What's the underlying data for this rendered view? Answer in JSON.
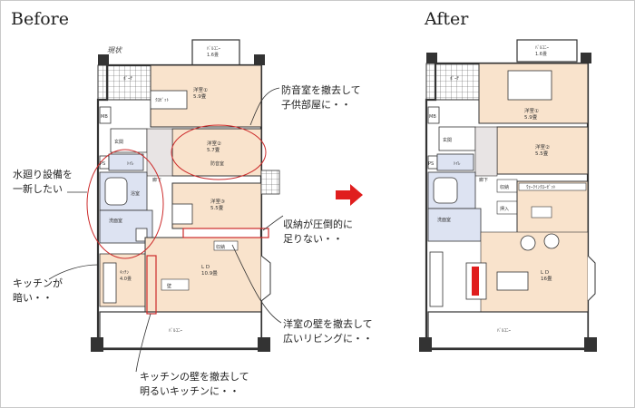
{
  "headings": {
    "before": "Before",
    "after": "After"
  },
  "before_plan": {
    "caption": "現状",
    "balcony_top": "ﾊﾞﾙｺﾆｰ\n1.6畳",
    "porch": "ﾎﾟｰﾁ",
    "closet": "ｸﾛｾﾞｯﾄ",
    "room1": "洋室①\n5.9畳",
    "room2": "洋室②\n5.7畳",
    "soundproof": "防音室",
    "room3": "洋室③\n5.5畳",
    "mb": "MB",
    "entrance": "玄関",
    "ps": "PS",
    "toilet": "ﾄｲﾚ",
    "bath": "浴室",
    "wash": "洗面室",
    "hall": "廊下",
    "kitchen": "ｷｯﾁﾝ\n4.0畳",
    "ld": "L D\n10.9畳",
    "balcony_bottom": "ﾊﾞﾙｺﾆｰ",
    "storage_label": "収納",
    "wall_label": "壁",
    "small_balcony": "ﾊﾞﾙｺﾆｰ"
  },
  "after_plan": {
    "balcony_top": "ﾊﾞﾙｺﾆｰ\n1.6畳",
    "porch": "ﾎﾟｰﾁ",
    "room1": "洋室①\n5.9畳",
    "room2": "洋室②\n5.5畳",
    "mb": "MB",
    "entrance": "玄関",
    "ps": "PS",
    "toilet": "ﾄｲﾚ",
    "hall": "廊下",
    "storage1": "収納",
    "storage2": "押入",
    "wash": "洗面室",
    "ld": "L D\n16畳",
    "balcony_bottom": "ﾊﾞﾙｺﾆｰ",
    "closet_bar": "ｳｫｰｸｲﾝｸﾛｰｾﾞｯﾄ"
  },
  "annotations": {
    "soundproof": "防音室を撤去して\n子供部屋に・・",
    "water": "水廻り設備を\n一新したい",
    "storage": "収納が圧倒的に\n足りない・・",
    "kitchen_dark": "キッチンが\n暗い・・",
    "room_wall": "洋室の壁を撤去して\n広いリビングに・・",
    "kitchen_wall": "キッチンの壁を撤去して\n明るいキッチンに・・"
  },
  "colors": {
    "room": "#f9e3cc",
    "wet": "#dde3f2",
    "grid": "#555555",
    "highlight": "#cc2a2a",
    "arrow": "#e01e1e",
    "wall": "#333333"
  }
}
